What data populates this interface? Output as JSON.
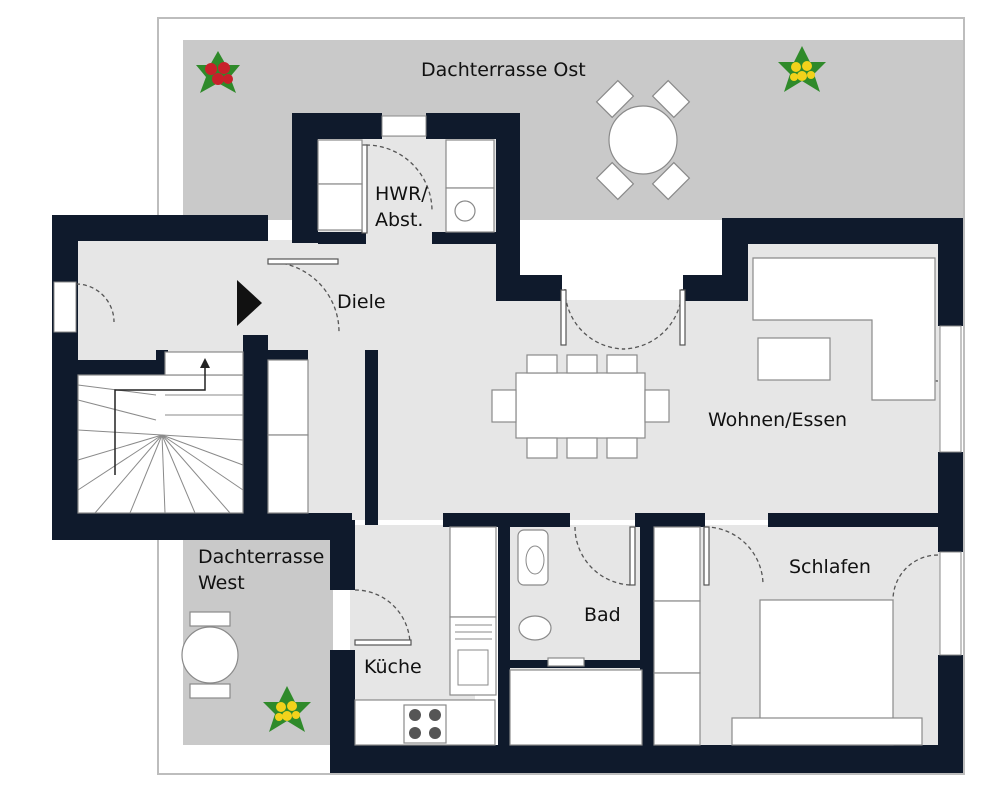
{
  "floorplan": {
    "rooms": [
      {
        "id": "dachterrasse-ost",
        "lines": [
          "Dachterrasse Ost"
        ]
      },
      {
        "id": "hwr",
        "lines": [
          "HWR/",
          "Abst."
        ]
      },
      {
        "id": "diele",
        "lines": [
          "Diele"
        ]
      },
      {
        "id": "wohnen",
        "lines": [
          "Wohnen/Essen"
        ]
      },
      {
        "id": "dachterrasse-west",
        "lines": [
          "Dachterrasse",
          "West"
        ]
      },
      {
        "id": "kueche",
        "lines": [
          "Küche"
        ]
      },
      {
        "id": "bad",
        "lines": [
          "Bad"
        ]
      },
      {
        "id": "schlafen",
        "lines": [
          "Schlafen"
        ]
      }
    ],
    "colors": {
      "wall": "#0f1a2c",
      "floor": "#e6e6e6",
      "terrace": "#c9c9c9",
      "furniture": "#ffffff",
      "furniture_stroke": "#8a8a8a",
      "plant_red": "#c8202a",
      "plant_yellow": "#f2d21b",
      "plant_green": "#2f8a2a"
    },
    "icons": [
      "plant-icon",
      "entrance-arrow-icon",
      "stair-arrow-icon"
    ]
  }
}
